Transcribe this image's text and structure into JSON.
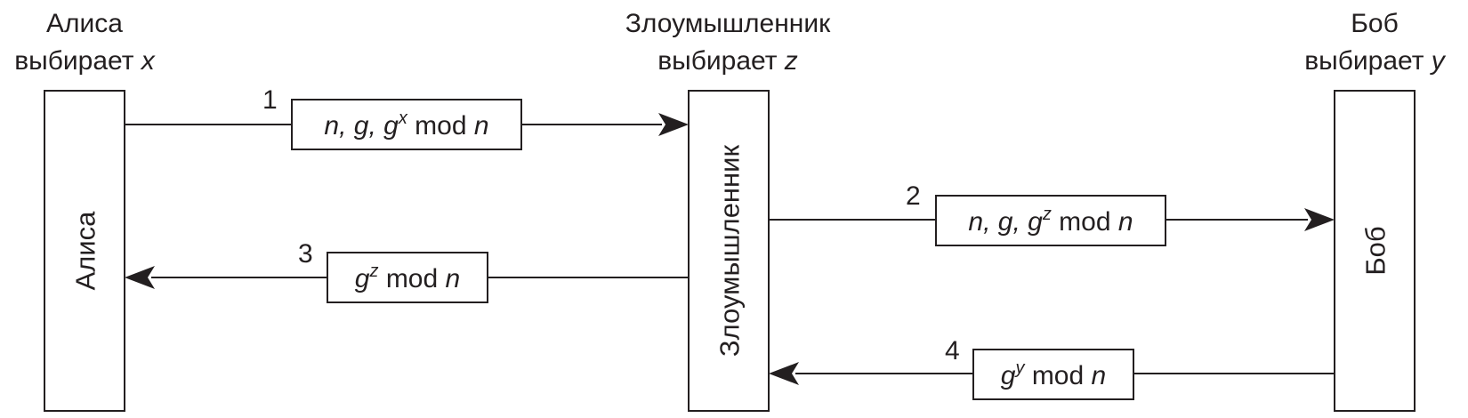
{
  "parties": {
    "alice": {
      "name": "Алиса",
      "chooses_prefix": "выбирает",
      "variable": "x",
      "box_label": "Алиса"
    },
    "attacker": {
      "name": "Злоумышленник",
      "chooses_prefix": "выбирает",
      "variable": "z",
      "box_label": "Злоумышленник"
    },
    "bob": {
      "name": "Боб",
      "chooses_prefix": "выбирает",
      "variable": "y",
      "box_label": "Боб"
    }
  },
  "messages": [
    {
      "step": "1",
      "direction": "alice-to-attacker",
      "lead": "n, g, ",
      "base": "g",
      "exp": "x",
      "mod": "mod",
      "modulus": "n"
    },
    {
      "step": "2",
      "direction": "attacker-to-bob",
      "lead": "n, g, ",
      "base": "g",
      "exp": "z",
      "mod": "mod",
      "modulus": "n"
    },
    {
      "step": "3",
      "direction": "attacker-to-alice",
      "lead": "",
      "base": "g",
      "exp": "z",
      "mod": "mod",
      "modulus": "n"
    },
    {
      "step": "4",
      "direction": "bob-to-attacker",
      "lead": "",
      "base": "g",
      "exp": "y",
      "mod": "mod",
      "modulus": "n"
    }
  ]
}
